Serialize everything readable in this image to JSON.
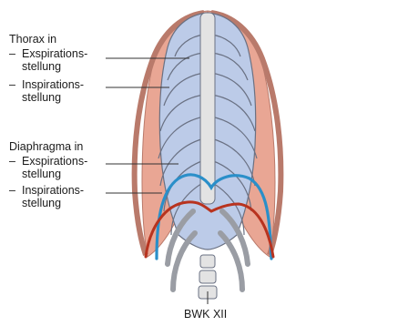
{
  "labels": {
    "thorax": {
      "title": "Thorax in",
      "items": [
        {
          "dash": "–",
          "line1": "Exspirations-",
          "line2": "stellung"
        },
        {
          "dash": "–",
          "line1": "Inspirations-",
          "line2": "stellung"
        }
      ]
    },
    "diaphragm": {
      "title": "Diaphragma in",
      "items": [
        {
          "dash": "–",
          "line1": "Exspirations-",
          "line2": "stellung"
        },
        {
          "dash": "–",
          "line1": "Inspirations-",
          "line2": "stellung"
        }
      ]
    },
    "vertebra": "BWK XII"
  },
  "colors": {
    "inspiration_ribs": "#e9a694",
    "expiration_ribs": "#bccbe8",
    "rib_outline": "#6a7183",
    "bone": "#e3e3e3",
    "expiration_diaphragm": "#2a8fc9",
    "inspiration_diaphragm": "#b8331f",
    "leader_line": "#333333"
  }
}
